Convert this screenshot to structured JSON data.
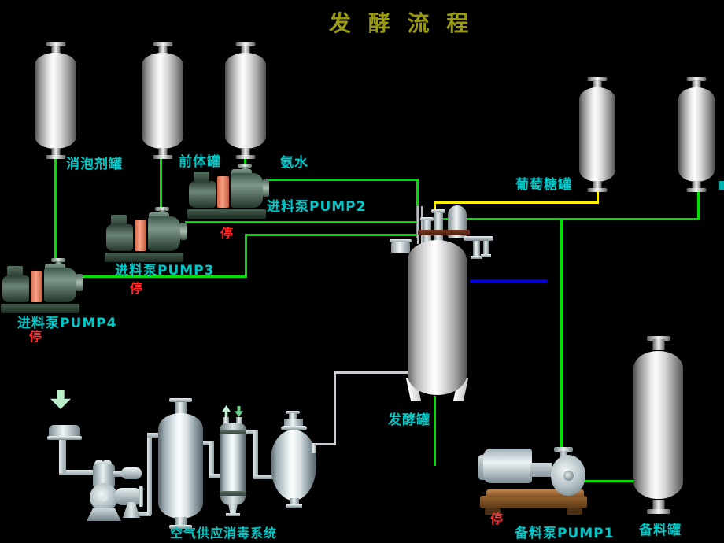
{
  "title": "发 酵 流 程",
  "colors": {
    "background": "#000000",
    "title": "#9a9a10",
    "label": "#00c8c8",
    "status": "#ff2a2a",
    "pipe_green": "#00dd00",
    "pipe_yellow": "#ffee00",
    "pipe_blue": "#0000dd",
    "pipe_gray": "#c9ced2",
    "pump_coupling_orange": "#f09378"
  },
  "tanks": {
    "antifoam": {
      "label": "消泡剂罐"
    },
    "precursor": {
      "label": "前体罐"
    },
    "ammonia": {
      "label": "氨水"
    },
    "glucose": {
      "label": "葡萄糖罐"
    },
    "spare": {
      "label": "备料罐"
    }
  },
  "pumps": {
    "pump1": {
      "label": "备料泵PUMP1",
      "status": "停"
    },
    "pump2": {
      "label": "进料泵PUMP2",
      "status": "停"
    },
    "pump3": {
      "label": "进料泵PUMP3",
      "status": "停"
    },
    "pump4": {
      "label": "进料泵PUMP4",
      "status": "停"
    }
  },
  "fermenter": {
    "label": "发酵罐"
  },
  "air_system": {
    "label": "空气供应消毒系统"
  }
}
